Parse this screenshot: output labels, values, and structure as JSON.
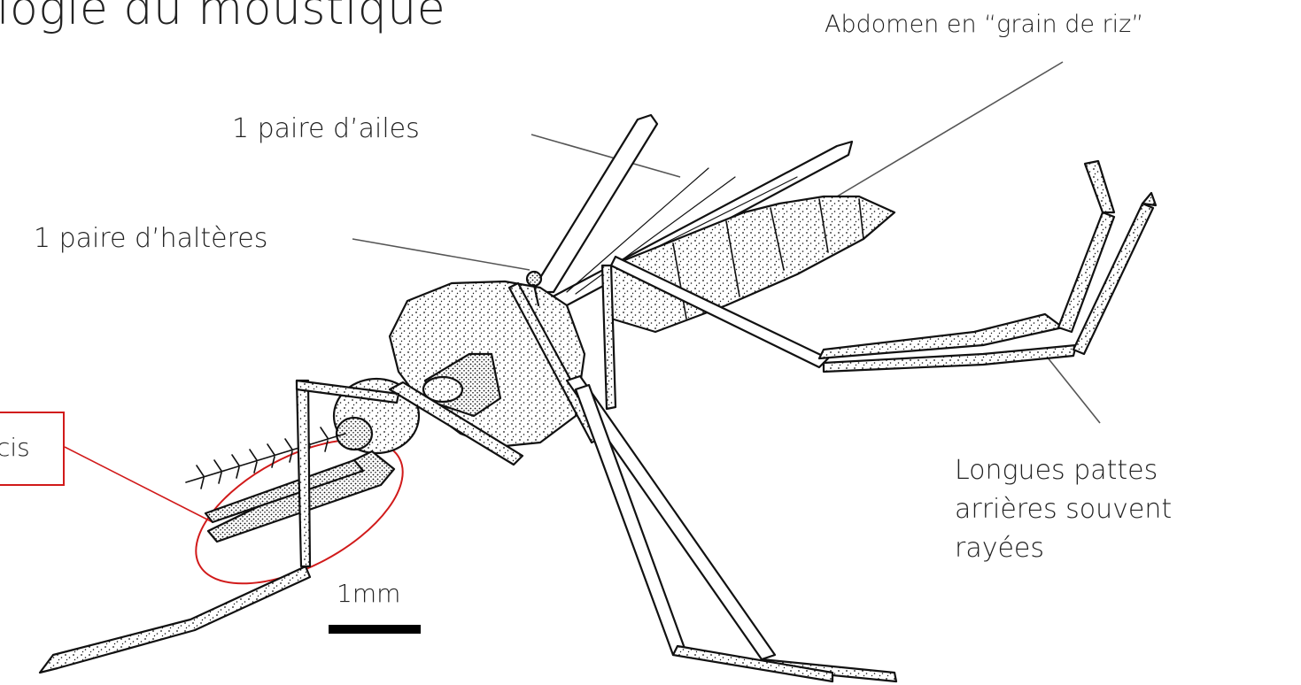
{
  "title": "logie du moustique",
  "labels": {
    "abdomen": "Abdomen en “grain de riz”",
    "wings": "1 paire d’ailes",
    "halteres": "1 paire d’haltères",
    "legs": "Longues pattes arrières souvent rayées",
    "palps_fragment": "cis",
    "scale": "1mm"
  },
  "colors": {
    "annotation_box": "#d11a1a",
    "leader_lines": "#555555",
    "ink": "#111111",
    "text": "#222222"
  }
}
